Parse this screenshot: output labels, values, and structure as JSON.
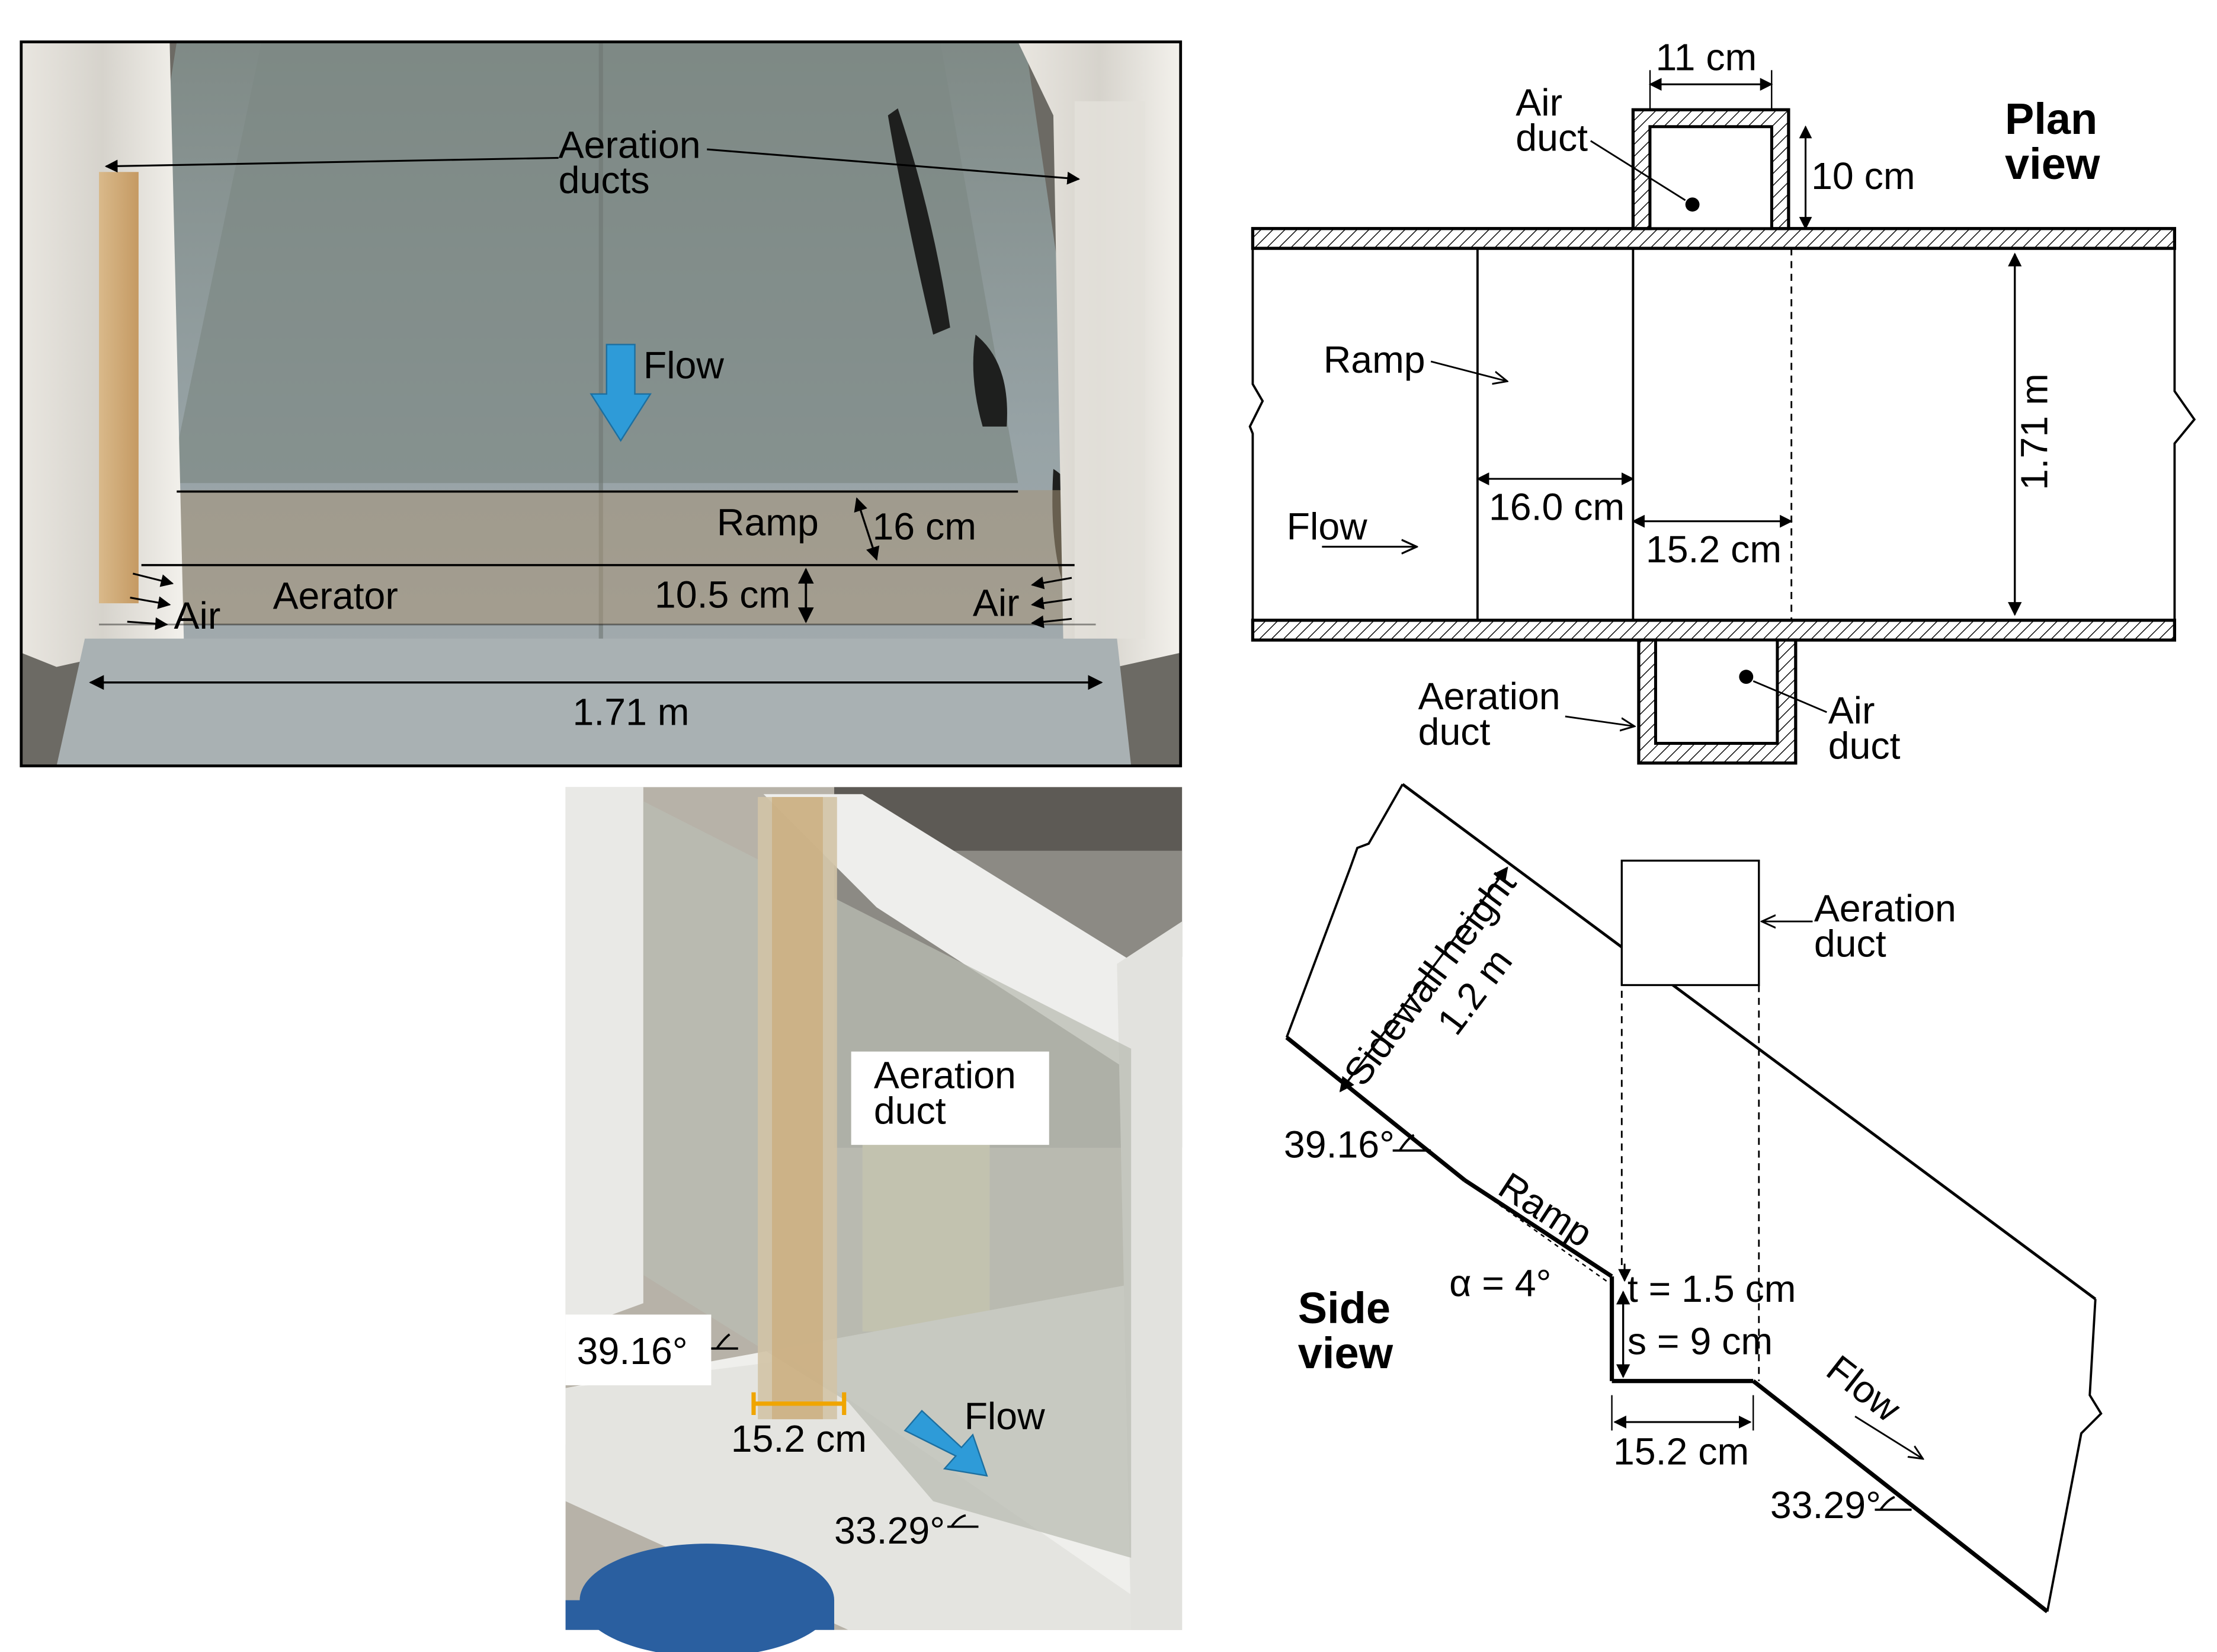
{
  "photo_top": {
    "aeration_ducts": "Aeration\nducts",
    "flow": "Flow",
    "ramp": "Ramp",
    "ramp_height": "16 cm",
    "aerator": "Aerator",
    "aerator_height": "10.5 cm",
    "air_left": "Air",
    "air_right": "Air",
    "width": "1.71 m"
  },
  "photo_bottom": {
    "aeration_duct": "Aeration\nduct",
    "angle_upper": "39.16°",
    "step_length": "15.2 cm",
    "flow": "Flow",
    "angle_lower": "33.29°"
  },
  "plan_view": {
    "title": "Plan\nview",
    "duct_width": "11 cm",
    "duct_depth": "10 cm",
    "air_duct_top": "Air\nduct",
    "air_duct_bottom": "Air\nduct",
    "ramp": "Ramp",
    "flow": "Flow",
    "ramp_length": "16.0 cm",
    "step_length": "15.2 cm",
    "width": "1.71 m",
    "aeration_duct": "Aeration\nduct"
  },
  "side_view": {
    "title": "Side\nview",
    "sidewall_height": "Sidewall height",
    "sidewall_value": "1.2 m",
    "aeration_duct": "Aeration\nduct",
    "angle_upper": "39.16°",
    "ramp": "Ramp",
    "alpha": "α = 4°",
    "t": "t = 1.5 cm",
    "s": "s = 9 cm",
    "step_length": "15.2 cm",
    "flow": "Flow",
    "angle_lower": "33.29°"
  },
  "colors": {
    "arrow_blue": "#2E9BD8",
    "step_marker": "#F0A500"
  }
}
